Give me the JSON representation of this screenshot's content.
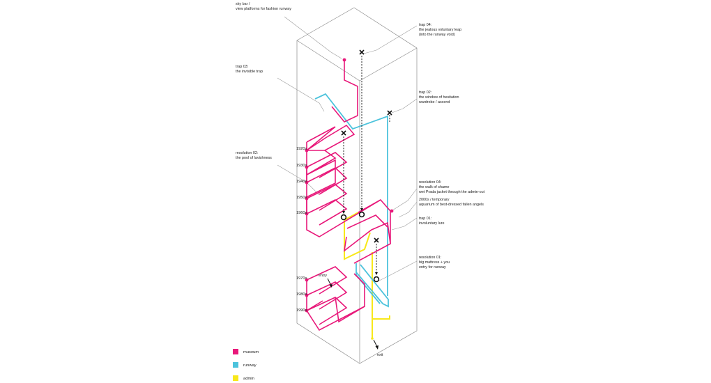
{
  "labels": {
    "sky_bar": [
      "sky bar /",
      "view platforms for fashion runway"
    ],
    "trap04": [
      "trap 04:",
      "the jealous voluntary leap",
      "(into the runway void)"
    ],
    "trap03": [
      "trap 03:",
      "the invisible trap"
    ],
    "trap02": [
      "trap 02:",
      "the window of hesitation",
      "wardrobe / ascend"
    ],
    "resolution02": [
      "resolution 02:",
      "the pool of lavishness"
    ],
    "resolution04": [
      "resolution 04:",
      "the walk of shame",
      "wet Prada jacket through the admin-out"
    ],
    "temporary": [
      "2000s / temporary",
      "aquarium of best-dressed fallen angels"
    ],
    "trap01": [
      "trap 01:",
      "involuntary lure"
    ],
    "resolution01": [
      "resolution 01:",
      "big mattress + you",
      "entry for runway"
    ]
  },
  "decades": [
    "1920s",
    "1930s",
    "1940s",
    "1950s",
    "1960s",
    "1970s",
    "1980s",
    "1990s"
  ],
  "markers": {
    "entry": "entry",
    "exit": "exit"
  },
  "legend": [
    {
      "label": "museum",
      "color": "#e8187a"
    },
    {
      "label": "runway",
      "color": "#4cc3dc"
    },
    {
      "label": "admin",
      "color": "#f8e81a"
    }
  ]
}
